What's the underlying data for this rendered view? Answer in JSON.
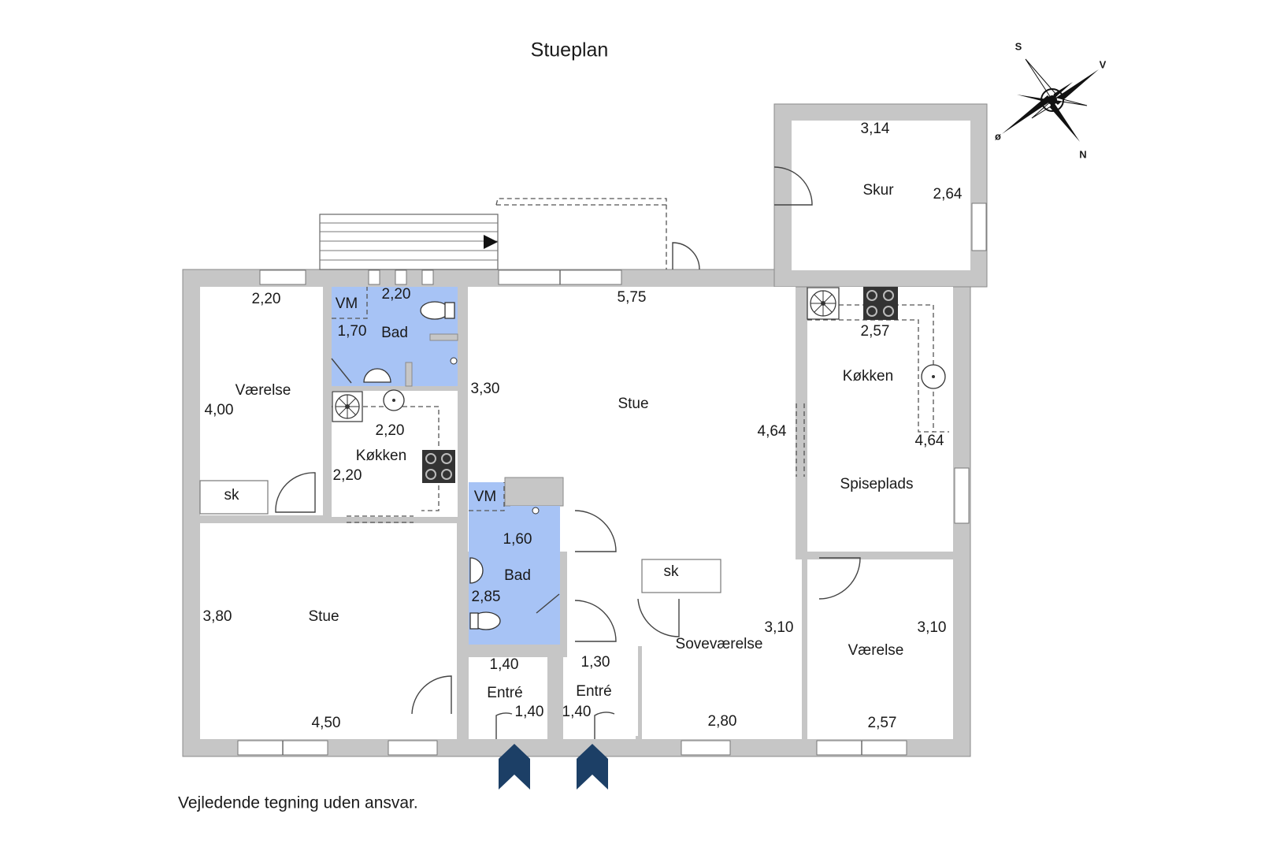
{
  "title": "Stueplan",
  "disclaimer": "Vejledende tegning uden ansvar.",
  "compass": {
    "s": "S",
    "v": "V",
    "o": "ø",
    "n": "N"
  },
  "rooms": {
    "vaerelse_left": {
      "name": "Værelse",
      "w": "2,20",
      "h": "4,00"
    },
    "sk_left": {
      "name": "sk"
    },
    "stue_left": {
      "name": "Stue",
      "w": "4,50",
      "h": "3,80"
    },
    "bad_top": {
      "name": "Bad",
      "vm": "VM",
      "w": "2,20",
      "h": "1,70"
    },
    "kokken_small": {
      "name": "Køkken",
      "w": "2,20",
      "h": "2,20"
    },
    "bad_mid": {
      "name": "Bad",
      "vm": "VM",
      "w": "1,60",
      "h": "2,85"
    },
    "entre_left": {
      "name": "Entré",
      "w": "1,40",
      "h": "1,40"
    },
    "entre_right": {
      "name": "Entré",
      "w": "1,30",
      "h": "1,40"
    },
    "stue_main": {
      "name": "Stue",
      "w": "5,75",
      "h": "3,30",
      "h2": "4,64"
    },
    "sk_mid": {
      "name": "sk"
    },
    "sovevaerelse": {
      "name": "Soveværelse",
      "w": "2,80",
      "h": "3,10"
    },
    "kokken_right": {
      "name": "Køkken",
      "w": "2,57"
    },
    "spiseplads": {
      "name": "Spiseplads",
      "h": "4,64"
    },
    "vaerelse_right": {
      "name": "Værelse",
      "w": "2,57",
      "h": "3,10"
    },
    "skur": {
      "name": "Skur",
      "w": "3,14",
      "h": "2,64"
    }
  },
  "colors": {
    "wall": "#c6c6c6",
    "wet_room": "#a7c3f5",
    "entry_arrow": "#1c3f66"
  }
}
